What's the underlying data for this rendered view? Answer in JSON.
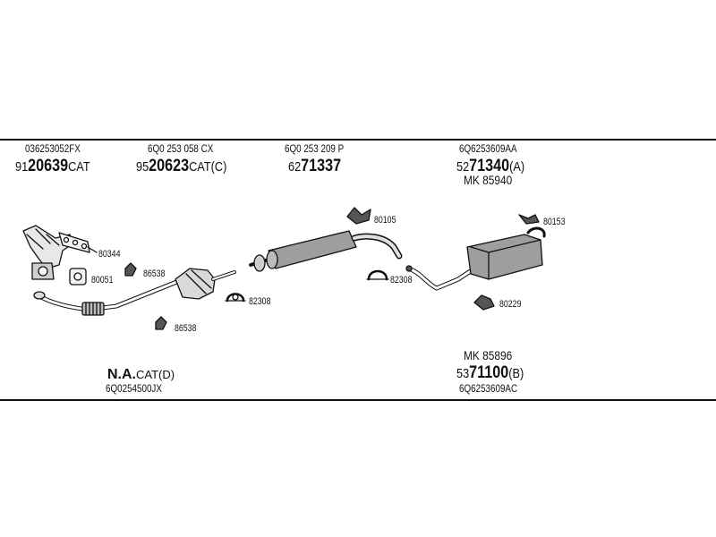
{
  "top_parts": [
    {
      "part_number": "036253052FX",
      "code_prefix": "91",
      "code_main": "20639",
      "code_suffix": "CAT"
    },
    {
      "part_number": "6Q0 253 058 CX",
      "code_prefix": "95",
      "code_main": "20623",
      "code_suffix": "CAT(C)"
    },
    {
      "part_number": "6Q0 253 209 P",
      "code_prefix": "62",
      "code_main": "71337",
      "code_suffix": ""
    },
    {
      "part_number": "6Q6253609AA",
      "code_prefix": "52",
      "code_main": "71340",
      "code_suffix": "(A)",
      "mk": "MK 85940"
    }
  ],
  "bottom_parts": {
    "left": {
      "na_main": "N.A.",
      "na_suffix": "CAT(D)",
      "part_number": "6Q0254500JX"
    },
    "right": {
      "mk": "MK 85896",
      "code_prefix": "53",
      "code_main": "71100",
      "code_suffix": "(B)",
      "part_number": "6Q6253609AC"
    }
  },
  "callouts": [
    "80344",
    "80051",
    "86538",
    "86538",
    "82308",
    "80105",
    "82308",
    "80153",
    "80229"
  ]
}
